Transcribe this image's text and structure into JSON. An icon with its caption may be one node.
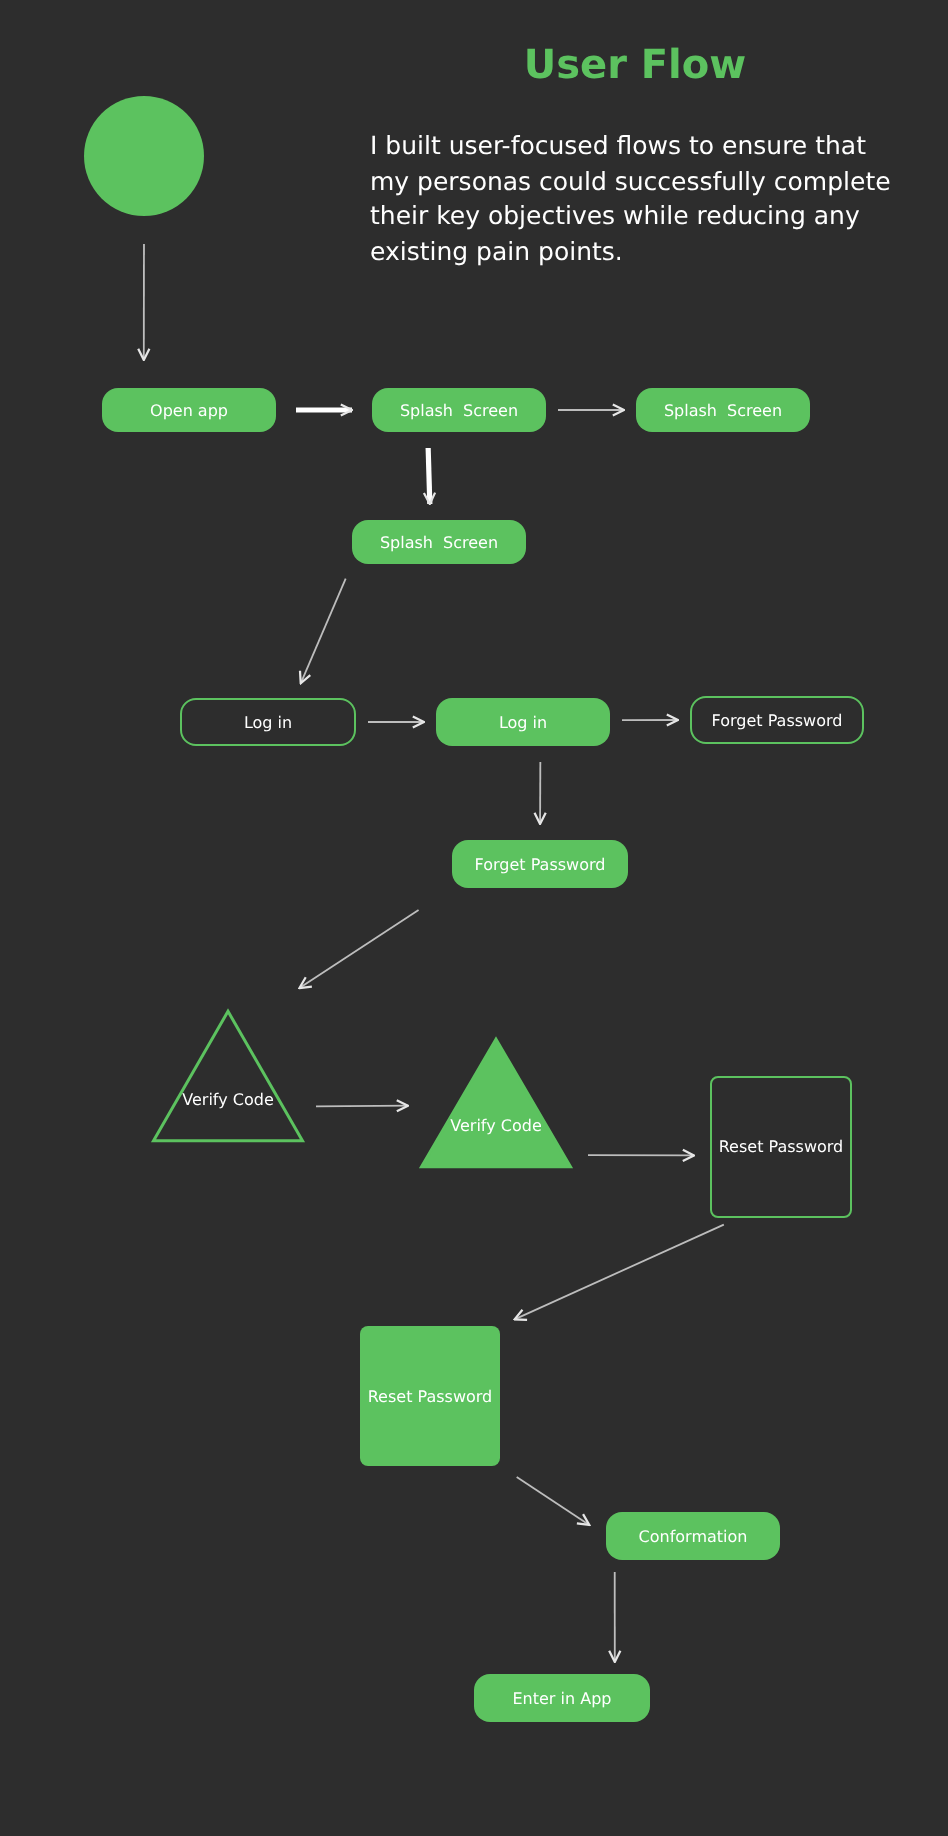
{
  "diagram": {
    "title": "User Flow",
    "nodes": [
      {
        "text": [],
        "shape": "circle"
      },
      {
        "text": [
          "Open app"
        ]
      },
      {
        "text": [
          "Splash  Screen"
        ]
      },
      {
        "text": [
          "Splash  Screen"
        ]
      },
      {
        "text": [
          "Splash  Screen"
        ]
      },
      {
        "text": [
          "Log in"
        ]
      },
      {
        "text": [
          "Log in"
        ]
      },
      {
        "text": [
          "Forget Password"
        ]
      },
      {
        "text": [
          "Forget Password"
        ]
      },
      {
        "text": [
          "Verify Code"
        ]
      },
      {
        "text": [
          "Verify Code"
        ]
      },
      {
        "text": [
          "Reset Password"
        ]
      },
      {
        "text": [
          "Reset Password"
        ]
      },
      {
        "text": [
          "Conformation"
        ]
      },
      {
        "text": [
          "Enter in App"
        ]
      }
    ],
    "edges": [
      {
        "from": 0,
        "to": 1,
        "arrow": "to"
      },
      {
        "from": 1,
        "to": 2,
        "arrow": "to",
        "style": "thick"
      },
      {
        "from": 2,
        "to": 3,
        "arrow": "to"
      },
      {
        "from": 2,
        "to": 4,
        "arrow": "to",
        "style": "thick"
      },
      {
        "from": 4,
        "to": 5,
        "arrow": "to"
      },
      {
        "from": 5,
        "to": 6,
        "arrow": "to"
      },
      {
        "from": 6,
        "to": 7,
        "arrow": "to"
      },
      {
        "from": 6,
        "to": 8,
        "arrow": "to"
      },
      {
        "from": 8,
        "to": 9,
        "arrow": "to"
      },
      {
        "from": 9,
        "to": 10,
        "arrow": "to"
      },
      {
        "from": 10,
        "to": 11,
        "arrow": "to"
      },
      {
        "from": 11,
        "to": 12,
        "arrow": "to"
      },
      {
        "from": 12,
        "to": 13,
        "arrow": "to"
      },
      {
        "from": 13,
        "to": 14,
        "arrow": "to"
      }
    ],
    "labels": [
      "I built user-focused flows to ensure that my personas could successfully complete their key objectives while reducing any existing pain points."
    ]
  }
}
